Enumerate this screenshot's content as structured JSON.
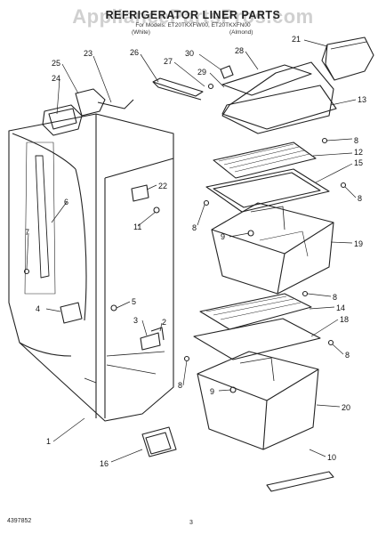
{
  "header": {
    "title": "REFRIGERATOR LINER PARTS",
    "subtitle": "For Models: ET20TKXFW00, ET20TKXFN00",
    "variant_left": "(White)",
    "variant_right": "(Almond)"
  },
  "watermark": "AppliancePartsPros.com",
  "footer": {
    "left_code": "4397852",
    "page": "3"
  },
  "callouts": [
    "21",
    "30",
    "28",
    "25",
    "23",
    "26",
    "27",
    "29",
    "24",
    "13",
    "8",
    "12",
    "15",
    "8",
    "22",
    "6",
    "7",
    "11",
    "8",
    "9",
    "19",
    "8",
    "5",
    "14",
    "4",
    "3",
    "2",
    "18",
    "8",
    "8",
    "9",
    "20",
    "1",
    "16",
    "10"
  ]
}
